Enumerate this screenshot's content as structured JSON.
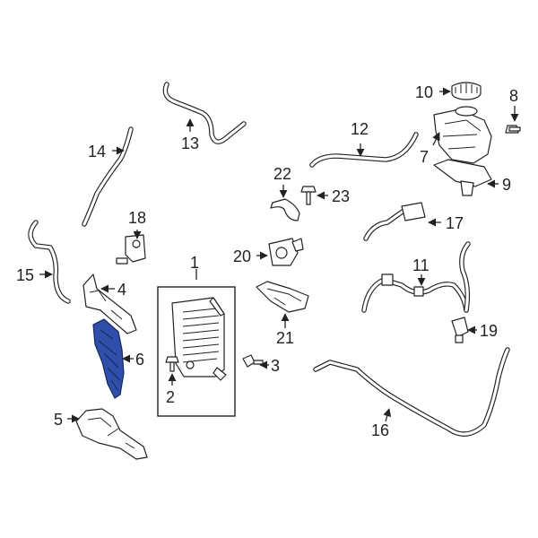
{
  "diagram": {
    "highlight_color": "#2f4fa8",
    "line_color": "#222222",
    "highlighted_part": "6",
    "callouts": {
      "c1": "1",
      "c2": "2",
      "c3": "3",
      "c4": "4",
      "c5": "5",
      "c6": "6",
      "c7": "7",
      "c8": "8",
      "c9": "9",
      "c10": "10",
      "c11": "11",
      "c12": "12",
      "c13": "13",
      "c14": "14",
      "c15": "15",
      "c16": "16",
      "c17": "17",
      "c18": "18",
      "c19": "19",
      "c20": "20",
      "c21": "21",
      "c22": "22",
      "c23": "23"
    }
  }
}
